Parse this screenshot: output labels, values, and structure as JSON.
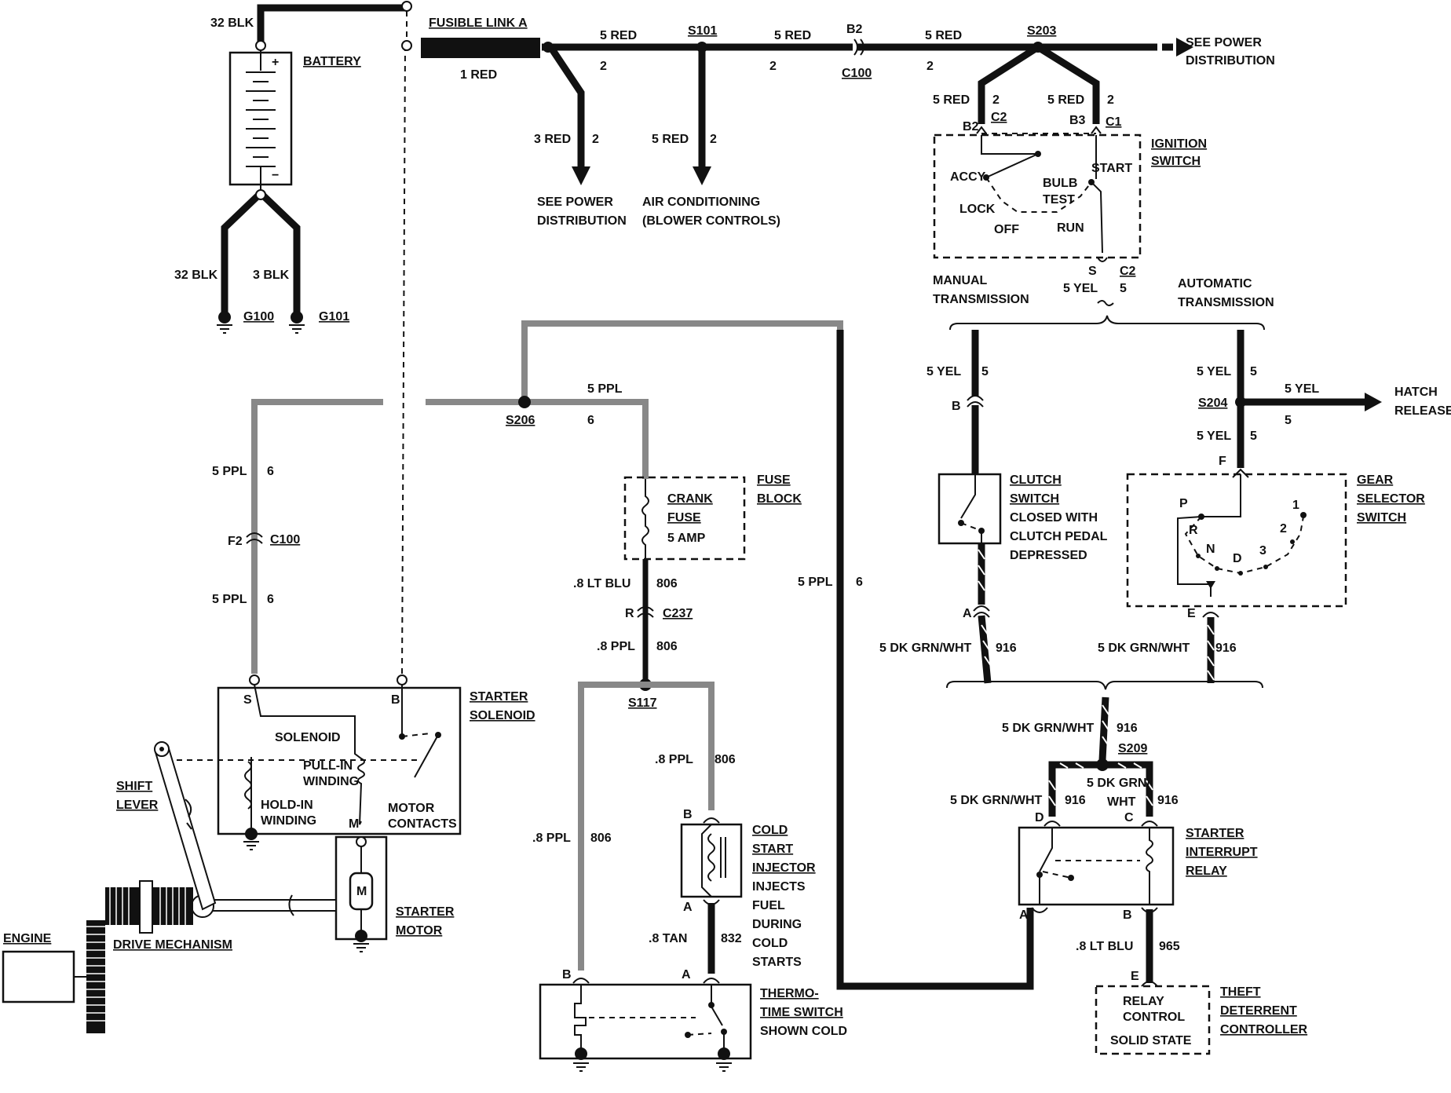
{
  "colors": {
    "wire": "#111111",
    "wire_purple": "#888888",
    "background": "#ffffff"
  },
  "components": {
    "battery": "BATTERY",
    "fusible_link": "FUSIBLE LINK A",
    "ignition_switch": [
      "IGNITION",
      "SWITCH"
    ],
    "ign_positions": {
      "accy": "ACCY",
      "lock": "LOCK",
      "off": "OFF",
      "bulb_test": [
        "BULB",
        "TEST"
      ],
      "run": "RUN",
      "start": "START"
    },
    "fuse_block": [
      "FUSE",
      "BLOCK"
    ],
    "crank_fuse": [
      "CRANK",
      "FUSE"
    ],
    "fuse_rating": "5 AMP",
    "starter_solenoid": [
      "STARTER",
      "SOLENOID"
    ],
    "solenoid_labels": {
      "solenoid": "SOLENOID",
      "pull_in": [
        "PULL-IN",
        "WINDING"
      ],
      "hold_in": [
        "HOLD-IN",
        "WINDING"
      ],
      "motor_contacts": [
        "MOTOR",
        "CONTACTS"
      ],
      "pin_s": "S",
      "pin_b": "B",
      "pin_m": "M"
    },
    "starter_motor": [
      "STARTER",
      "MOTOR"
    ],
    "motor_symbol": "M",
    "shift_lever": [
      "SHIFT",
      "LEVER"
    ],
    "drive_mechanism": "DRIVE MECHANISM",
    "engine": "ENGINE",
    "cold_start_injector": [
      "COLD",
      "START",
      "INJECTOR"
    ],
    "injector_note": [
      "INJECTS",
      "FUEL",
      "DURING",
      "COLD",
      "STARTS"
    ],
    "thermo_time_switch": [
      "THERMO-",
      "TIME SWITCH"
    ],
    "thermo_note": "SHOWN COLD",
    "clutch_switch": [
      "CLUTCH",
      "SWITCH"
    ],
    "clutch_note": [
      "CLOSED WITH",
      "CLUTCH PEDAL",
      "DEPRESSED"
    ],
    "gear_selector": [
      "GEAR",
      "SELECTOR",
      "SWITCH"
    ],
    "gear_positions": {
      "p": "P",
      "r": "R",
      "n": "N",
      "d": "D",
      "three": "3",
      "two": "2",
      "one": "1"
    },
    "starter_interrupt_relay": [
      "STARTER",
      "INTERRUPT",
      "RELAY"
    ],
    "theft_controller": [
      "THEFT",
      "DETERRENT",
      "CONTROLLER"
    ],
    "relay_control": [
      "RELAY",
      "CONTROL"
    ],
    "solid_state": "SOLID STATE"
  },
  "destinations": {
    "see_power_dist_1": [
      "SEE POWER",
      "DISTRIBUTION"
    ],
    "see_power_dist_2": [
      "SEE POWER",
      "DISTRIBUTION"
    ],
    "air_conditioning": [
      "AIR CONDITIONING",
      "(BLOWER CONTROLS)"
    ],
    "hatch_release": [
      "HATCH",
      "RELEASE"
    ],
    "manual_trans": [
      "MANUAL",
      "TRANSMISSION"
    ],
    "auto_trans": [
      "AUTOMATIC",
      "TRANSMISSION"
    ]
  },
  "splices": {
    "s101": "S101",
    "s203": "S203",
    "s206": "S206",
    "s117": "S117",
    "s204": "S204",
    "s209": "S209"
  },
  "connectors": {
    "c100": "C100",
    "c237": "C237",
    "c2": "C2",
    "c1": "C1",
    "b2": "B2",
    "b3": "B3",
    "f2": "F2",
    "r": "R",
    "s": "S",
    "a": "A",
    "b": "B",
    "c": "C",
    "d": "D",
    "e": "E",
    "f": "F"
  },
  "grounds": {
    "g100": "G100",
    "g101": "G101"
  },
  "wires": {
    "blk32": "32 BLK",
    "blk3": "3 BLK",
    "red1": "1 RED",
    "red5": "5 RED",
    "red3": "3 RED",
    "ckt2": "2",
    "ckt5": "5",
    "ckt6": "6",
    "ppl5": "5 PPL",
    "ltblu8": ".8 LT BLU",
    "ckt806": "806",
    "ppl8": ".8 PPL",
    "tan8": ".8 TAN",
    "ckt832": "832",
    "yel5": "5 YEL",
    "dkgrnwht5": "5 DK GRN/WHT",
    "dkgrn_split": [
      "5 DK GRN/",
      "WHT"
    ],
    "ckt916": "916",
    "ckt965": "965"
  }
}
